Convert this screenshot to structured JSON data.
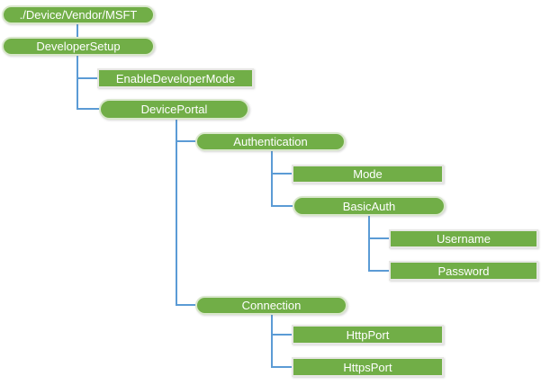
{
  "diagram": {
    "type": "tree",
    "colors": {
      "node_fill": "#71AE47",
      "connector": "#5B9BD5",
      "text": "#FFFFFF",
      "background": "#FFFFFF"
    },
    "nodes": [
      {
        "label": "./Device/Vendor/MSFT",
        "shape": "pill",
        "level": 0,
        "parent": null
      },
      {
        "label": "DeveloperSetup",
        "shape": "pill",
        "level": 1,
        "parent": "./Device/Vendor/MSFT"
      },
      {
        "label": "EnableDeveloperMode",
        "shape": "rect",
        "level": 2,
        "parent": "DeveloperSetup"
      },
      {
        "label": "DevicePortal",
        "shape": "pill",
        "level": 2,
        "parent": "DeveloperSetup"
      },
      {
        "label": "Authentication",
        "shape": "pill",
        "level": 3,
        "parent": "DevicePortal"
      },
      {
        "label": "Mode",
        "shape": "rect",
        "level": 4,
        "parent": "Authentication"
      },
      {
        "label": "BasicAuth",
        "shape": "pill",
        "level": 4,
        "parent": "Authentication"
      },
      {
        "label": "Username",
        "shape": "rect",
        "level": 5,
        "parent": "BasicAuth"
      },
      {
        "label": "Password",
        "shape": "rect",
        "level": 5,
        "parent": "BasicAuth"
      },
      {
        "label": "Connection",
        "shape": "pill",
        "level": 3,
        "parent": "DevicePortal"
      },
      {
        "label": "HttpPort",
        "shape": "rect",
        "level": 4,
        "parent": "Connection"
      },
      {
        "label": "HttpsPort",
        "shape": "rect",
        "level": 4,
        "parent": "Connection"
      }
    ]
  }
}
